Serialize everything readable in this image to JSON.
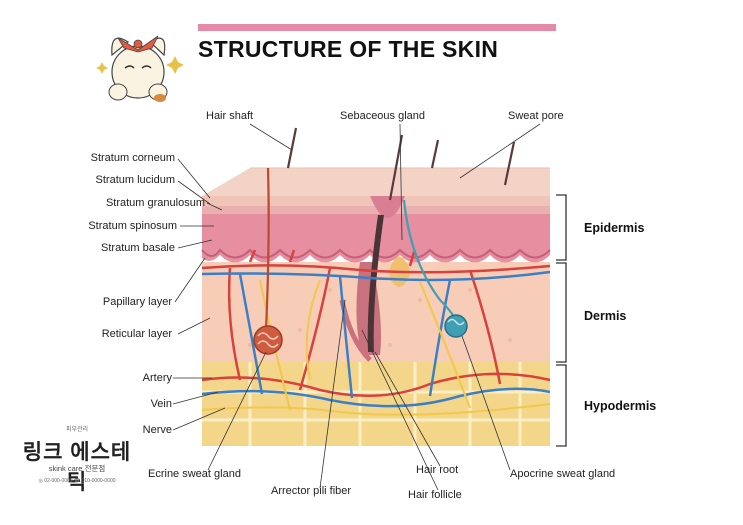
{
  "title": "STRUCTURE OF THE SKIN",
  "labels_top": {
    "hair_shaft": "Hair shaft",
    "sebaceous_gland": "Sebaceous gland",
    "sweat_pore": "Sweat pore"
  },
  "labels_left": [
    "Stratum corneum",
    "Stratum lucidum",
    "Stratum granulosum",
    "Stratum spinosum",
    "Stratum basale",
    "Papillary layer",
    "Reticular layer",
    "Artery",
    "Vein",
    "Nerve"
  ],
  "labels_bottom": {
    "ecrine_sweat_gland": "Ecrine sweat gland",
    "arrector_pili_fiber": "Arrector pili fiber",
    "hair_root": "Hair root",
    "hair_follicle": "Hair follicle",
    "apocrine_sweat_gland": "Apocrine sweat gland"
  },
  "layers": {
    "epidermis": "Epidermis",
    "dermis": "Dermis",
    "hypodermis": "Hypodermis"
  },
  "logo": {
    "top_text": "피부관리",
    "name": "링크 에스테틱",
    "subtitle": "skink care 전문점",
    "contact": "◎ 02-000-0000 ☎ 010-0000-0000"
  },
  "colors": {
    "title_bar": "#e48aa8",
    "epidermis": "#e9a0ae",
    "dermis": "#f7cdb8",
    "hypodermis": "#f3d68a",
    "artery": "#d8413d",
    "vein": "#3e7fc4",
    "nerve": "#f1c84b"
  }
}
